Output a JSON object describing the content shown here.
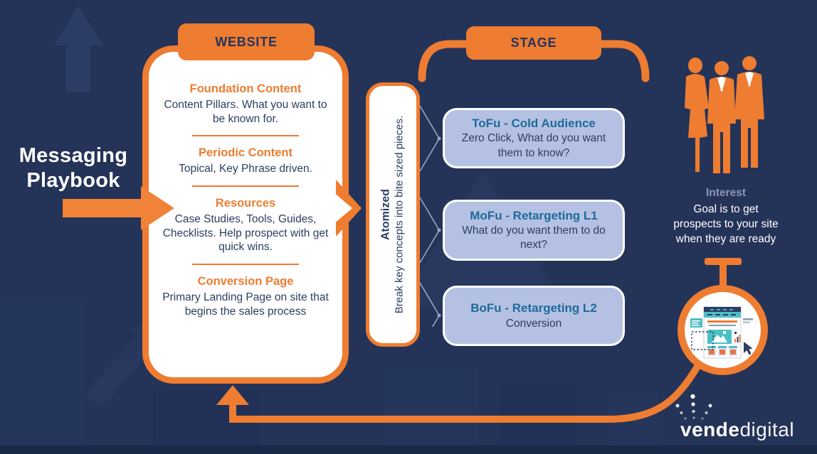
{
  "colors": {
    "bg": "#243358",
    "accent": "#EE7C31",
    "ink": "#2E3D61",
    "headernavy": "#24345C",
    "boxfill": "#B5C1E2",
    "headblue": "#1D6B99",
    "muted": "#8D97B3",
    "connector": "#9CA6BE"
  },
  "title": {
    "line1": "Messaging",
    "line2": "Playbook"
  },
  "website": {
    "header": "WEBSITE",
    "sections": [
      {
        "heading": "Foundation Content",
        "body": "Content Pillars. What you want to be known for."
      },
      {
        "heading": "Periodic Content",
        "body": "Topical, Key Phrase driven."
      },
      {
        "heading": "Resources",
        "body": "Case Studies, Tools, Guides, Checklists. Help prospect with get quick wins."
      },
      {
        "heading": "Conversion Page",
        "body": "Primary Landing Page on site that begins the sales process"
      }
    ]
  },
  "atomized": {
    "heading": "Atomized",
    "body": "Break key concepts into bite sized pieces."
  },
  "stage": {
    "header": "STAGE",
    "boxes": [
      {
        "heading": "ToFu - Cold Audience",
        "body": "Zero Click, What do you want them to know?"
      },
      {
        "heading": "MoFu - Retargeting L1",
        "body": "What do you want them to do next?"
      },
      {
        "heading": "BoFu - Retargeting L2",
        "body": "Conversion"
      }
    ]
  },
  "interest": {
    "heading": "Interest",
    "lines": [
      "Goal is to get",
      "prospects to your site",
      "when they are ready"
    ]
  },
  "logo": {
    "bold": "vende",
    "light": "digital"
  }
}
